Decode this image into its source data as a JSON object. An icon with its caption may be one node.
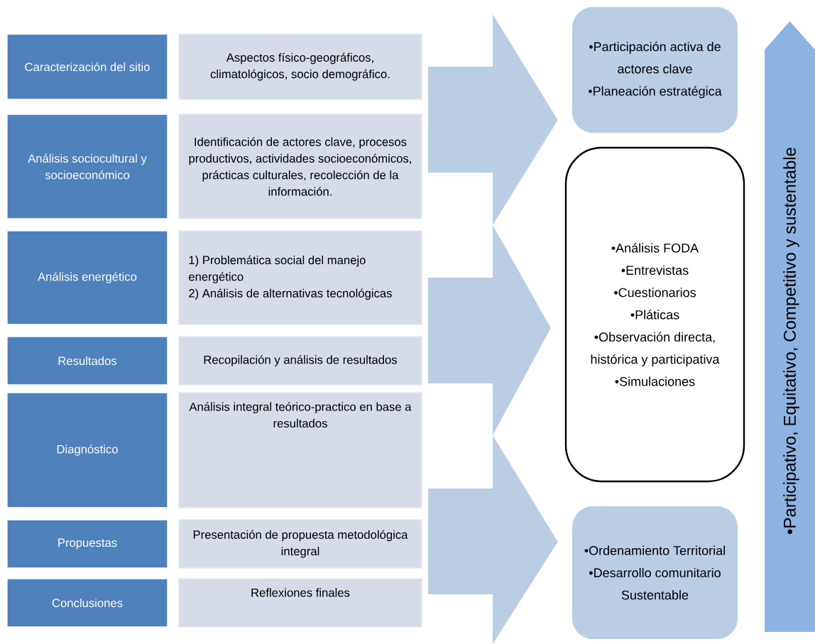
{
  "diagram": {
    "nodes": [
      {
        "text": [
          "Caracterización del sitio"
        ]
      },
      {
        "text": [
          "Análisis sociocultural y socioeconómico"
        ]
      },
      {
        "text": [
          "Análisis energético"
        ]
      },
      {
        "text": [
          "Resultados"
        ]
      },
      {
        "text": [
          "Diagnóstico"
        ]
      },
      {
        "text": [
          "Propuestas"
        ]
      },
      {
        "text": [
          "Conclusiones"
        ]
      },
      {
        "text": [
          "Aspectos físico-geográficos, climatológicos, socio demográfico."
        ]
      },
      {
        "text": [
          "Identificación de actores clave, procesos productivos, actividades socioeconómicos, prácticas culturales, recolección de la información."
        ]
      },
      {
        "text": [
          "1) Problemática social del manejo energético",
          "2) Análisis de alternativas tecnológicas"
        ]
      },
      {
        "text": [
          "Recopilación y análisis de resultados"
        ]
      },
      {
        "text": [
          "Análisis integral teórico-practico en base a resultados"
        ]
      },
      {
        "text": [
          "Presentación de propuesta metodológica integral"
        ]
      },
      {
        "text": [
          "Reflexiones finales"
        ]
      },
      {
        "text": [
          "•Participación activa de actores clave",
          "•Planeación estratégica"
        ]
      },
      {
        "text": [
          "•Análisis FODA",
          "•Entrevistas",
          "•Cuestionarios",
          "•Pláticas",
          "•Observación directa, histórica y participativa",
          "•Simulaciones"
        ]
      },
      {
        "text": [
          "•Ordenamiento Territorial",
          "•Desarrollo comunitario Sustentable"
        ]
      },
      {
        "text": [
          "•Participativo, Equitativo, Competitivo y sustentable"
        ]
      }
    ],
    "edges": [
      {
        "from": null,
        "to": 14,
        "arrow": "to"
      },
      {
        "from": null,
        "to": 15,
        "arrow": "to"
      },
      {
        "from": null,
        "to": 16,
        "arrow": "to"
      }
    ]
  }
}
